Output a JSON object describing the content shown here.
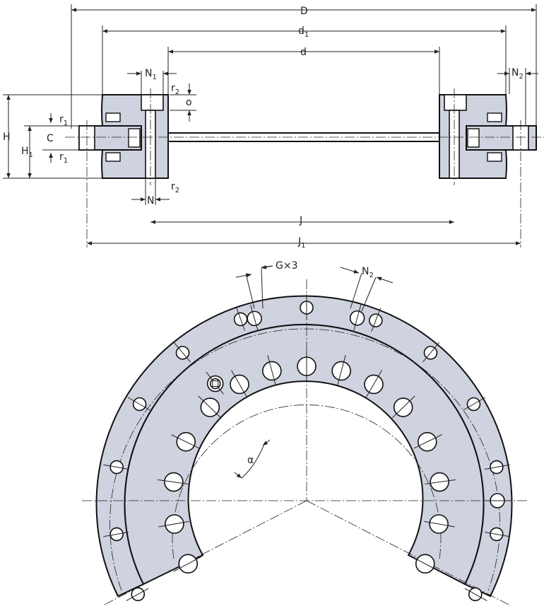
{
  "labels": {
    "D": "D",
    "d1": "d",
    "d1_sub": "1",
    "d": "d",
    "N1": "N",
    "N1_sub": "1",
    "N2": "N",
    "N2_sub": "2",
    "r2_top": "r",
    "r2_top_sub": "2",
    "o": "o",
    "r1_top": "r",
    "r1_top_sub": "1",
    "H": "H",
    "C": "C",
    "H1": "H",
    "H1_sub": "1",
    "r1_bottom": "r",
    "r1_bottom_sub": "1",
    "r2_bottom": "r",
    "r2_bottom_sub": "2",
    "N": "N",
    "J": "J",
    "J1": "J",
    "J1_sub": "1",
    "Gx3": "G×3",
    "N2_front": "N",
    "N2_front_sub": "2",
    "alpha": "α"
  },
  "colors": {
    "part_fill": "#cfd2df",
    "line": "#111111",
    "background": "#ffffff"
  }
}
